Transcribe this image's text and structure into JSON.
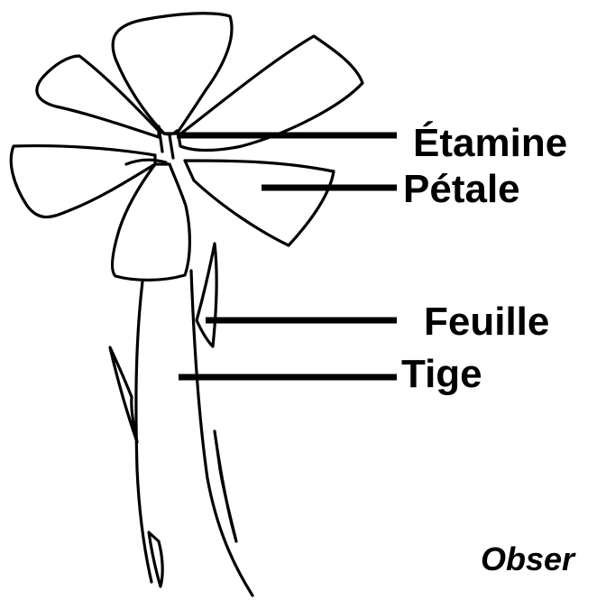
{
  "labels": {
    "etamine": "Étamine",
    "petale": "Pétale",
    "feuille": "Feuille",
    "tige": "Tige"
  },
  "caption": "Obser",
  "colors": {
    "ink": "#000000",
    "background": "#ffffff"
  }
}
